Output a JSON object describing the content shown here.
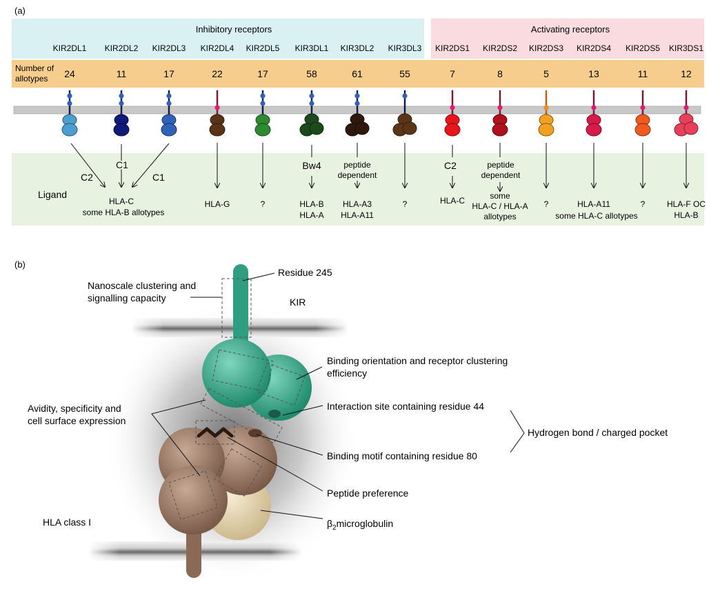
{
  "panel_a": {
    "label": "(a)",
    "inhibitory_title": "Inhibitory receptors",
    "activating_title": "Activating receptors",
    "allotype_label_1": "Number of",
    "allotype_label_2": "allotypes",
    "ligand_label": "Ligand",
    "receptors": [
      {
        "name": "KIR2DL1",
        "allotypes": "24",
        "color": "#4a9fd0",
        "domains": 2,
        "motif": "itim",
        "ligand": []
      },
      {
        "name": "KIR2DL2",
        "allotypes": "11",
        "color": "#0f1a7a",
        "domains": 2,
        "motif": "itim",
        "ligand": []
      },
      {
        "name": "KIR2DL3",
        "allotypes": "17",
        "color": "#2f62b8",
        "domains": 2,
        "motif": "itim",
        "ligand": []
      },
      {
        "name": "KIR2DL4",
        "allotypes": "22",
        "color": "#5a3316",
        "domains": 2,
        "motif": "pink",
        "ligand": [
          "HLA-G"
        ]
      },
      {
        "name": "KIR2DL5",
        "allotypes": "17",
        "color": "#2e8a30",
        "domains": 2,
        "motif": "itim",
        "ligand": [
          "?"
        ]
      },
      {
        "name": "KIR3DL1",
        "allotypes": "58",
        "color": "#1d4a1d",
        "domains": 3,
        "motif": "itim",
        "ligand": [
          "HLA-B",
          "HLA-A"
        ]
      },
      {
        "name": "KIR3DL2",
        "allotypes": "61",
        "color": "#2e170d",
        "domains": 3,
        "motif": "itim",
        "ligand": [
          "HLA-A3",
          "HLA-A11"
        ]
      },
      {
        "name": "KIR3DL3",
        "allotypes": "55",
        "color": "#5c3519",
        "domains": 3,
        "motif": "itim1",
        "ligand": [
          "?"
        ]
      },
      {
        "name": "KIR2DS1",
        "allotypes": "7",
        "color": "#e8161a",
        "domains": 2,
        "motif": "pink",
        "ligand": [
          "HLA-C"
        ]
      },
      {
        "name": "KIR2DS2",
        "allotypes": "8",
        "color": "#b0101c",
        "domains": 2,
        "motif": "pink",
        "ligand": [
          "some",
          "HLA-C / HLA-A",
          "allotypes"
        ]
      },
      {
        "name": "KIR2DS3",
        "allotypes": "5",
        "color": "#f2a020",
        "domains": 2,
        "motif": "orange",
        "ligand": [
          "?"
        ]
      },
      {
        "name": "KIR2DS4",
        "allotypes": "13",
        "color": "#d81a4a",
        "domains": 2,
        "motif": "pink",
        "ligand": [
          "HLA-A11"
        ]
      },
      {
        "name": "KIR2DS5",
        "allotypes": "11",
        "color": "#f05a1e",
        "domains": 2,
        "motif": "pink",
        "ligand": [
          "?"
        ]
      },
      {
        "name": "KIR3DS1",
        "allotypes": "12",
        "color": "#e8405a",
        "domains": 3,
        "motif": "pink",
        "ligand": [
          "HLA-F OC",
          "HLA-B"
        ]
      }
    ],
    "group_ligands": {
      "c1": "C1",
      "c2": "C2",
      "bw4": "Bw4",
      "peptide_dependent_1": "peptide",
      "peptide_dependent_2": "dependent",
      "hla_c": "HLA-C",
      "some_hla_b": "some HLA-B allotypes",
      "some_hla_c": "some HLA-C allotypes"
    },
    "colors": {
      "inhibitory_bg": "#d9f1f2",
      "activating_bg": "#fadbe0",
      "allotype_bg": "#f7cd8d",
      "ligand_bg": "#e8f2e1",
      "membrane": "#c8c8c8",
      "itim": "#2f62b8",
      "pink_motif": "#e01a7a",
      "orange_motif": "#f08a1a"
    }
  },
  "panel_b": {
    "label": "(b)",
    "residue_245": "Residue 245",
    "kir": "KIR",
    "nanoscale_1": "Nanoscale clustering and",
    "nanoscale_2": "signalling capacity",
    "binding_orientation_1": "Binding orientation and receptor clustering",
    "binding_orientation_2": "efficiency",
    "avidity_1": "Avidity, specificity and",
    "avidity_2": "cell surface expression",
    "interaction_site": "Interaction site containing residue 44",
    "binding_motif": "Binding motif containing residue 80",
    "hydrogen_bond": "Hydrogen bond / charged pocket",
    "peptide_preference": "Peptide preference",
    "b2m_beta": "β",
    "b2m_sub": "2",
    "b2m_rest": "microglobulin",
    "hla_class_i": "HLA class I",
    "colors": {
      "kir": "#3aa68a",
      "hla": "#9a7a66",
      "b2m": "#e6d6b0"
    }
  }
}
